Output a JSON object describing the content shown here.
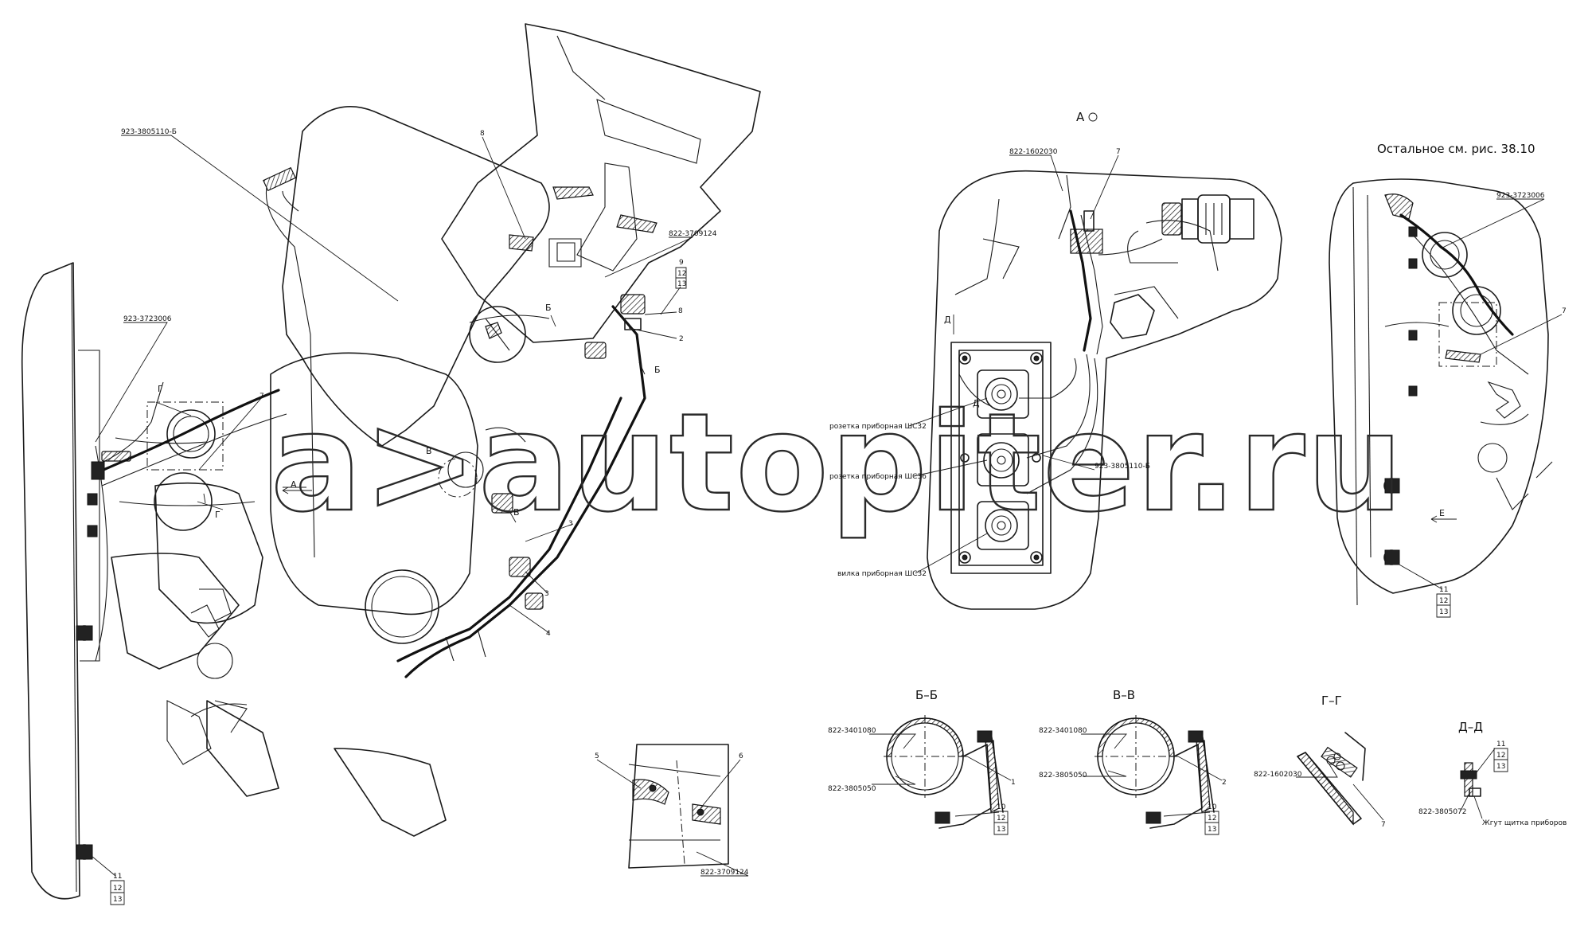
{
  "watermark": "a>autopiter.ru",
  "view_titles": {
    "view_a": "А",
    "remainder_note": "Остальное см. рис. 38.10",
    "section_bb": "Б–Б",
    "section_vv": "В–В",
    "section_gg": "Г–Г",
    "section_dd": "Д–Д"
  },
  "section_marks": {
    "a": "А",
    "b": "Б",
    "v": "В",
    "g": "Г",
    "d": "Д",
    "e": "Е"
  },
  "labels": {
    "harness_main": "923-3805110-Б",
    "harness_socket": "923-3723006",
    "bracket_3709124": "822-3709124",
    "panel_1602030": "822-1602030",
    "clamp_3401080": "822-3401080",
    "clamp_3805050": "822-3805050",
    "clamp_3805072": "822-3805072",
    "socket_shs32": "розетка приборная ШС32",
    "socket_shs36": "розетка приборная ШС36",
    "plug_shs32": "вилка приборная ШС32",
    "harness_dash": "Жгут щитка приборов"
  },
  "positions": {
    "p1": "1",
    "p2": "2",
    "p3": "3",
    "p4": "4",
    "p5": "5",
    "p6": "6",
    "p7": "7",
    "p8": "8",
    "p9": "9",
    "p10": "10",
    "p11": "11",
    "p12": "12",
    "p13": "13"
  }
}
